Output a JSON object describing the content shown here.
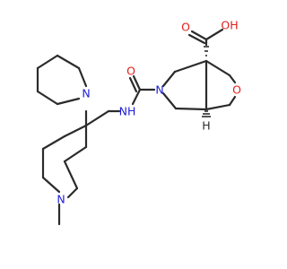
{
  "molecule": {
    "colors": {
      "bond": "#2b2b2b",
      "nitrogen": "#2020d8",
      "oxygen": "#e0201b",
      "carbon_label": "#2b2b2b"
    },
    "labels": {
      "carboxyl_oh": "OH",
      "carboxyl_o": "O",
      "ring_oxygen": "O",
      "ring_nitrogen": "N",
      "amide_o": "O",
      "amide_nh": "NH",
      "piperidine_n": "N",
      "methylpiperidine_n": "N",
      "stereo_h": "H"
    }
  }
}
